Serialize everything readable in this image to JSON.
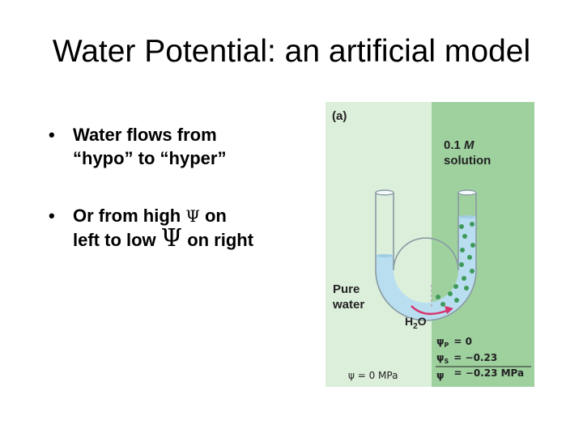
{
  "slide": {
    "title": "Water Potential: an artificial model",
    "bullets": [
      {
        "line1_pre": "Water flows from",
        "line2": "“hypo” to “hyper”"
      },
      {
        "line1_pre": "Or from high ",
        "psi1": "Ψ",
        "line1_post": " on",
        "line2_pre": "left to low ",
        "psi2": "Ψ",
        "line2_post": " on right"
      }
    ],
    "bullet_marker": "•"
  },
  "figure": {
    "panel_label": "(a)",
    "solution_label_value": "0.1",
    "solution_label_unit": "M",
    "solution_label_word": "solution",
    "left_label_line1": "Pure",
    "left_label_line2": "water",
    "flow_label_h": "H",
    "flow_label_sub": "2",
    "flow_label_o": "O",
    "left_potential": "ψ = 0 MPa",
    "right_values": [
      {
        "symbol": "ψ",
        "sub": "P",
        "value": "=    0"
      },
      {
        "symbol": "ψ",
        "sub": "S",
        "value": "= −0.23"
      },
      {
        "symbol": "ψ",
        "sub": "",
        "value": "= −0.23 MPa"
      }
    ],
    "colors": {
      "left_bg": "#dcefdb",
      "right_bg": "#9fd19f",
      "water": "#b9def0",
      "solute": "#3f9a5a",
      "arrow": "#d6336c"
    }
  }
}
